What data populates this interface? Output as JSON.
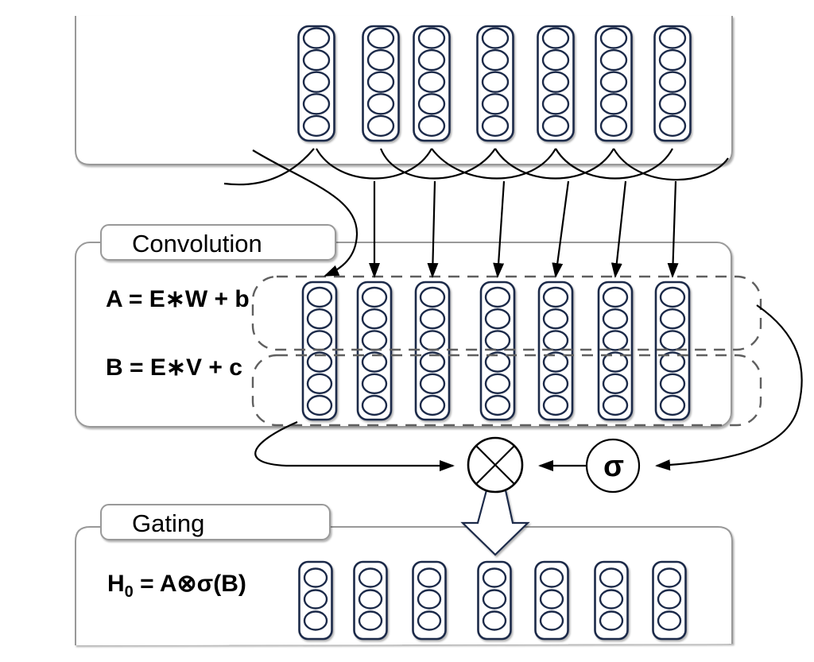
{
  "diagram": {
    "input_layer": {
      "columns": 7,
      "cells_per_column": 5
    },
    "convolution_section": {
      "label": "Convolution",
      "formula_a": "A = E∗W + b",
      "formula_b": "B = E∗V + c",
      "columns": 7,
      "cells_per_column": 6
    },
    "gating_section": {
      "label": "Gating",
      "formula_base": "H",
      "formula_sub": "0",
      "formula_rest": " = A⊗σ(B)",
      "columns": 7,
      "cells_per_column": 3
    },
    "operators": {
      "product_symbol": "⊗",
      "sigmoid_symbol": "σ"
    }
  },
  "colors": {
    "vector_stroke": "#1c2b4a",
    "box_stroke": "#999999",
    "dashed_stroke": "#5f5f5f",
    "arrow": "#000000",
    "text": "#000000"
  }
}
